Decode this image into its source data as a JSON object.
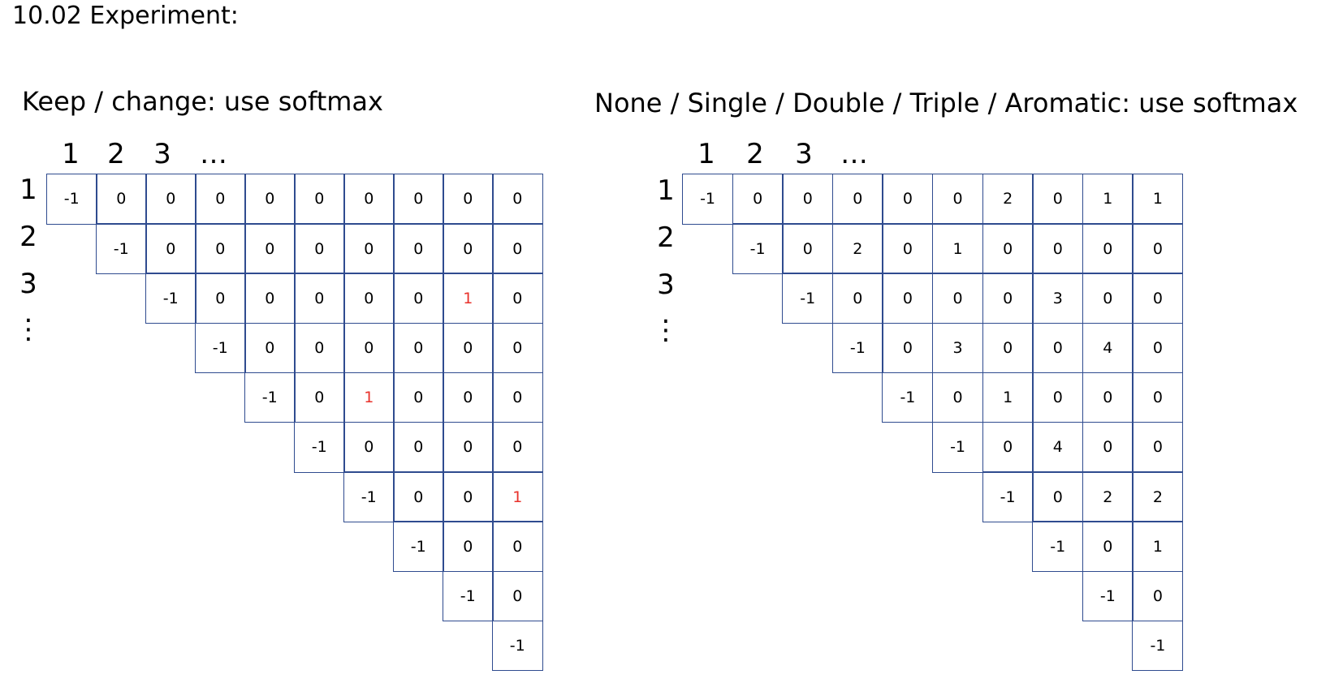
{
  "title": "10.02 Experiment:",
  "left_panel": {
    "subtitle": "Keep / change: use softmax",
    "col_labels": [
      "1",
      "2",
      "3",
      "…"
    ],
    "row_labels": [
      "1",
      "2",
      "3",
      "⋮"
    ],
    "rows": [
      [
        "-1",
        "0",
        "0",
        "0",
        "0",
        "0",
        "0",
        "0",
        "0",
        "0"
      ],
      [
        "-1",
        "0",
        "0",
        "0",
        "0",
        "0",
        "0",
        "0",
        "0"
      ],
      [
        "-1",
        "0",
        "0",
        "0",
        "0",
        "0",
        "1",
        "0"
      ],
      [
        "-1",
        "0",
        "0",
        "0",
        "0",
        "0",
        "0"
      ],
      [
        "-1",
        "0",
        "1",
        "0",
        "0",
        "0"
      ],
      [
        "-1",
        "0",
        "0",
        "0",
        "0"
      ],
      [
        "-1",
        "0",
        "0",
        "1"
      ],
      [
        "-1",
        "0",
        "0"
      ],
      [
        "-1",
        "0"
      ],
      [
        "-1"
      ]
    ],
    "highlighted_cells": [
      [
        2,
        6
      ],
      [
        4,
        2
      ],
      [
        6,
        3
      ]
    ],
    "highlight_color": "#e8322b"
  },
  "right_panel": {
    "subtitle": "None / Single / Double / Triple / Aromatic: use softmax",
    "col_labels": [
      "1",
      "2",
      "3",
      "…"
    ],
    "row_labels": [
      "1",
      "2",
      "3",
      "⋮"
    ],
    "rows": [
      [
        "-1",
        "0",
        "0",
        "0",
        "0",
        "0",
        "2",
        "0",
        "1",
        "1"
      ],
      [
        "-1",
        "0",
        "2",
        "0",
        "1",
        "0",
        "0",
        "0",
        "0"
      ],
      [
        "-1",
        "0",
        "0",
        "0",
        "0",
        "3",
        "0",
        "0"
      ],
      [
        "-1",
        "0",
        "3",
        "0",
        "0",
        "4",
        "0"
      ],
      [
        "-1",
        "0",
        "1",
        "0",
        "0",
        "0"
      ],
      [
        "-1",
        "0",
        "4",
        "0",
        "0"
      ],
      [
        "-1",
        "0",
        "2",
        "2"
      ],
      [
        "-1",
        "0",
        "1"
      ],
      [
        "-1",
        "0"
      ],
      [
        "-1"
      ]
    ]
  },
  "grid_border_color": "#2f4b8f"
}
